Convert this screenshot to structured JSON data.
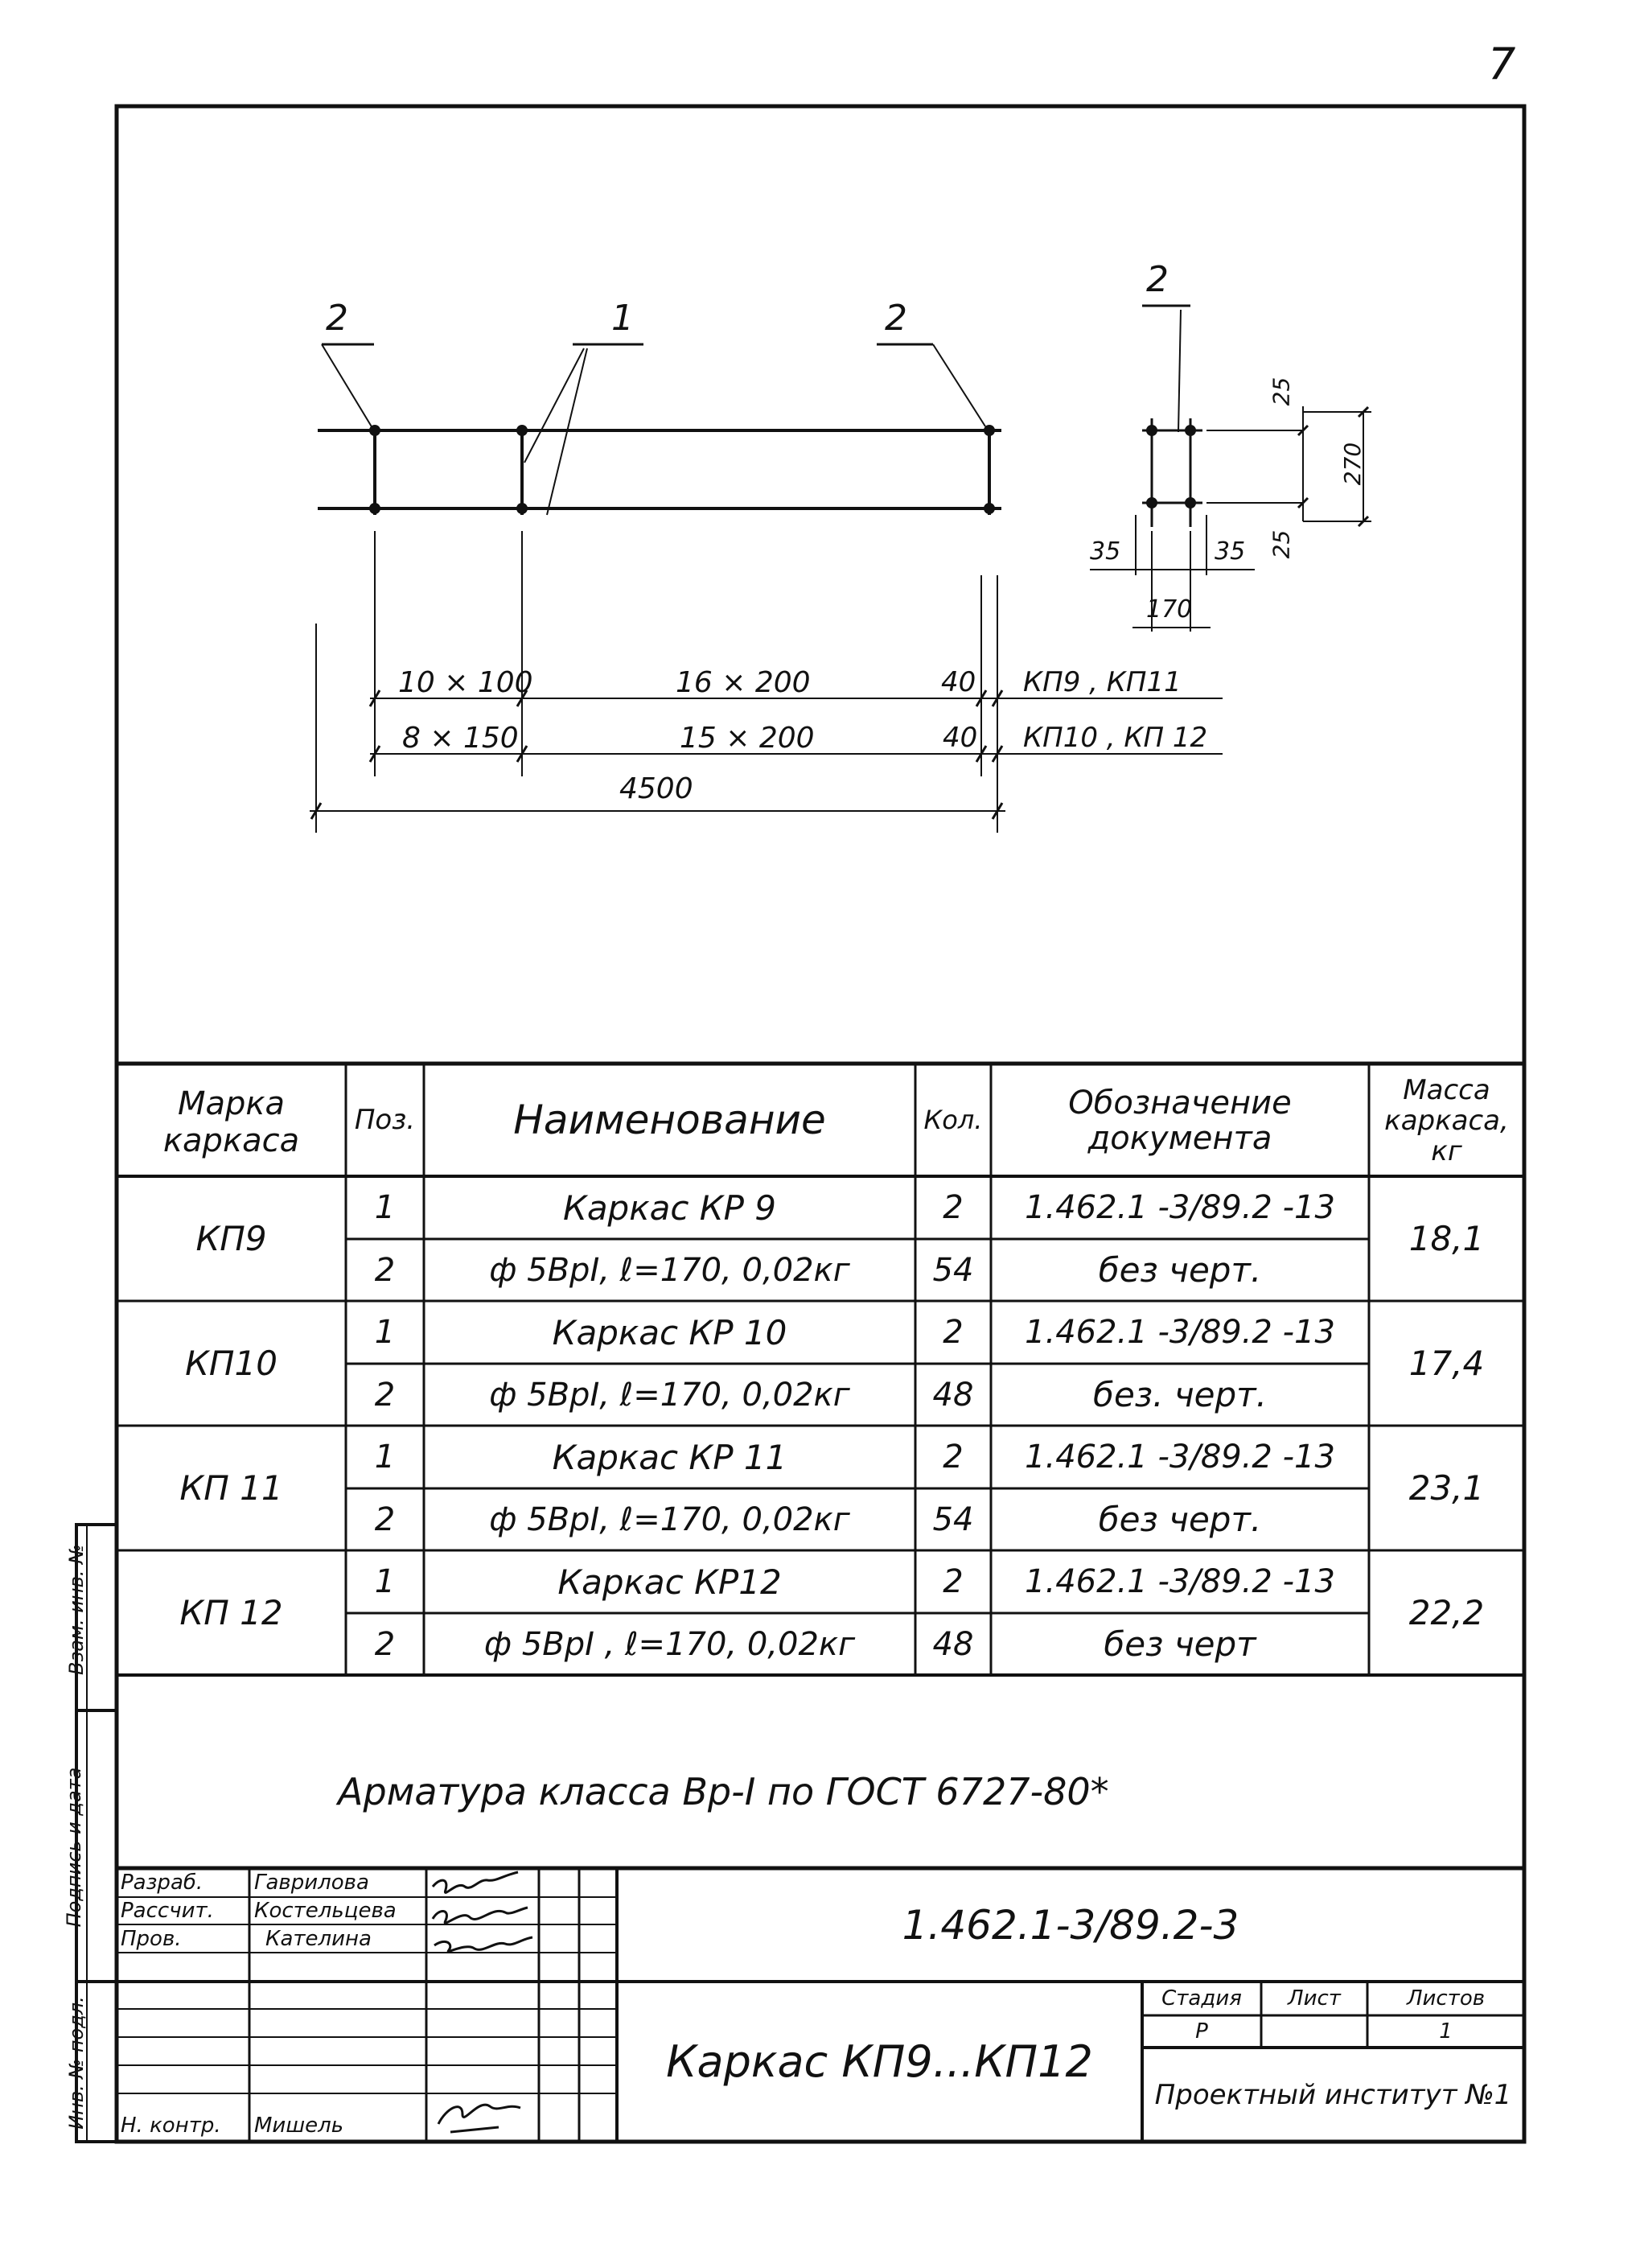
{
  "page_number": "7",
  "drawing": {
    "callouts": {
      "left": "2",
      "middle": "1",
      "right": "2",
      "section": "2"
    },
    "section_dims": {
      "top": "25",
      "height": "270",
      "bottom": "25",
      "left": "35",
      "right": "35",
      "width": "170"
    },
    "rows": [
      {
        "a": "10 × 100",
        "b": "16 × 200",
        "c": "40",
        "label": "КП9 , КП11"
      },
      {
        "a": "8 × 150",
        "b": "15 × 200",
        "c": "40",
        "label": "КП10 , КП 12"
      }
    ],
    "total": "4500"
  },
  "spec_table": {
    "headers": {
      "mark": "Марка каркаса",
      "pos": "Поз.",
      "name": "Наименование",
      "qty": "Кол.",
      "doc": "Обозначение документа",
      "mass": "Масса каркаса, кг"
    },
    "groups": [
      {
        "mark": "КП9",
        "mass": "18,1",
        "items": [
          {
            "pos": "1",
            "name": "Каркас КР 9",
            "qty": "2",
            "doc": "1.462.1 -3/89.2 -13"
          },
          {
            "pos": "2",
            "name": "ф 5ВрI, ℓ=170, 0,02кг",
            "qty": "54",
            "doc": "без черт."
          }
        ]
      },
      {
        "mark": "КП10",
        "mass": "17,4",
        "items": [
          {
            "pos": "1",
            "name": "Каркас КР 10",
            "qty": "2",
            "doc": "1.462.1 -3/89.2 -13"
          },
          {
            "pos": "2",
            "name": "ф 5ВрI, ℓ=170, 0,02кг",
            "qty": "48",
            "doc": "без. черт."
          }
        ]
      },
      {
        "mark": "КП 11",
        "mass": "23,1",
        "items": [
          {
            "pos": "1",
            "name": "Каркас КР 11",
            "qty": "2",
            "doc": "1.462.1 -3/89.2 -13"
          },
          {
            "pos": "2",
            "name": "ф 5ВрI, ℓ=170, 0,02кг",
            "qty": "54",
            "doc": "без черт."
          }
        ]
      },
      {
        "mark": "КП 12",
        "mass": "22,2",
        "items": [
          {
            "pos": "1",
            "name": "Каркас КР12",
            "qty": "2",
            "doc": "1.462.1 -3/89.2 -13"
          },
          {
            "pos": "2",
            "name": "ф 5ВрI , ℓ=170, 0,02кг",
            "qty": "48",
            "doc": "без черт"
          }
        ]
      }
    ]
  },
  "note": "Арматура класса Вр-I по ГОСТ 6727-80*",
  "title_block": {
    "doc_code": "1.462.1-3/89.2-3",
    "title": "Каркас КП9...КП12",
    "roles": [
      {
        "role": "Разраб.",
        "name": "Гаврилова"
      },
      {
        "role": "Рассчит.",
        "name": "Костельцева"
      },
      {
        "role": "Пров.",
        "name": "Кателина"
      },
      {
        "role": "Н. контр.",
        "name": "Мишель"
      }
    ],
    "stage_label": "Стадия",
    "sheet_label": "Лист",
    "sheets_label": "Листов",
    "stage": "Р",
    "sheet": "",
    "sheets": "1",
    "org": "Проектный институт №1"
  },
  "side_stamp": {
    "inv_replace": "Взам. инв. №",
    "sign_date": "Подпись и дата",
    "inv_orig": "Инв. № подл."
  }
}
